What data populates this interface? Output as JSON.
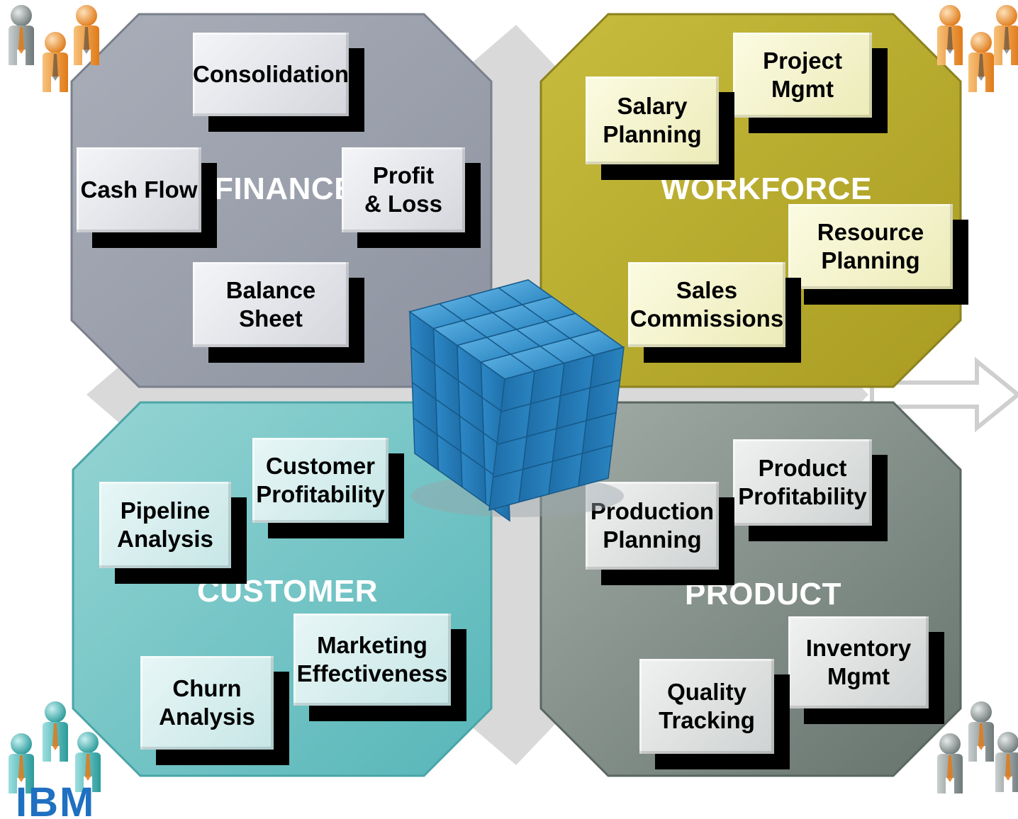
{
  "quadrants": {
    "finance": {
      "title": "FINANCE",
      "boxes": {
        "consolidation": [
          "Consolidation"
        ],
        "cash_flow": [
          "Cash Flow"
        ],
        "profit_loss": [
          "Profit",
          "& Loss"
        ],
        "balance_sheet": [
          "Balance",
          "Sheet"
        ]
      }
    },
    "workforce": {
      "title": "WORKFORCE",
      "boxes": {
        "project_mgmt": [
          "Project",
          "Mgmt"
        ],
        "salary_planning": [
          "Salary",
          "Planning"
        ],
        "resource_planning": [
          "Resource",
          "Planning"
        ],
        "sales_commissions": [
          "Sales",
          "Commissions"
        ]
      }
    },
    "customer": {
      "title": "CUSTOMER",
      "boxes": {
        "customer_profitability": [
          "Customer",
          "Profitability"
        ],
        "pipeline_analysis": [
          "Pipeline",
          "Analysis"
        ],
        "marketing_effectiveness": [
          "Marketing",
          "Effectiveness"
        ],
        "churn_analysis": [
          "Churn",
          "Analysis"
        ]
      }
    },
    "product": {
      "title": "PRODUCT",
      "boxes": {
        "product_profitability": [
          "Product",
          "Profitability"
        ],
        "production_planning": [
          "Production",
          "Planning"
        ],
        "inventory_mgmt": [
          "Inventory",
          "Mgmt"
        ],
        "quality_tracking": [
          "Quality",
          "Tracking"
        ]
      }
    }
  },
  "logo": {
    "text": "IBM",
    "color": "#1f70c1"
  },
  "colors": {
    "finance": "#9aa0ad",
    "workforce": "#b9ac2c",
    "customer": "#7fcaca",
    "product": "#7f8b85",
    "diamond": "#d7d7d7",
    "cube": "#2f8bc6"
  },
  "icons": [
    "people-group-icon",
    "data-cube-icon",
    "arrow-right-icon",
    "ibm-logo"
  ]
}
